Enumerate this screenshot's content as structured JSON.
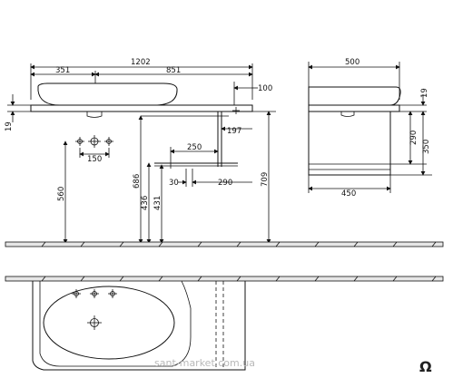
{
  "dimensions": {
    "top_total": "1202",
    "top_left": "351",
    "top_right": "851",
    "h_100": "100",
    "h_197": "197",
    "h_150": "150",
    "h_250": "250",
    "h_30": "30",
    "h_290": "290",
    "side_500": "500",
    "side_450": "450",
    "v_19_left": "19",
    "v_19_right": "19",
    "v_290": "290",
    "v_350": "350",
    "v_560": "560",
    "v_686": "686",
    "v_436": "436",
    "v_431": "431",
    "v_709": "709"
  },
  "watermark": "sant-market.com.ua",
  "logo_mark": "Ω",
  "colors": {
    "line": "#111111",
    "floor_fill": "#e6e6e6",
    "watermark": "#b9b9b9"
  }
}
